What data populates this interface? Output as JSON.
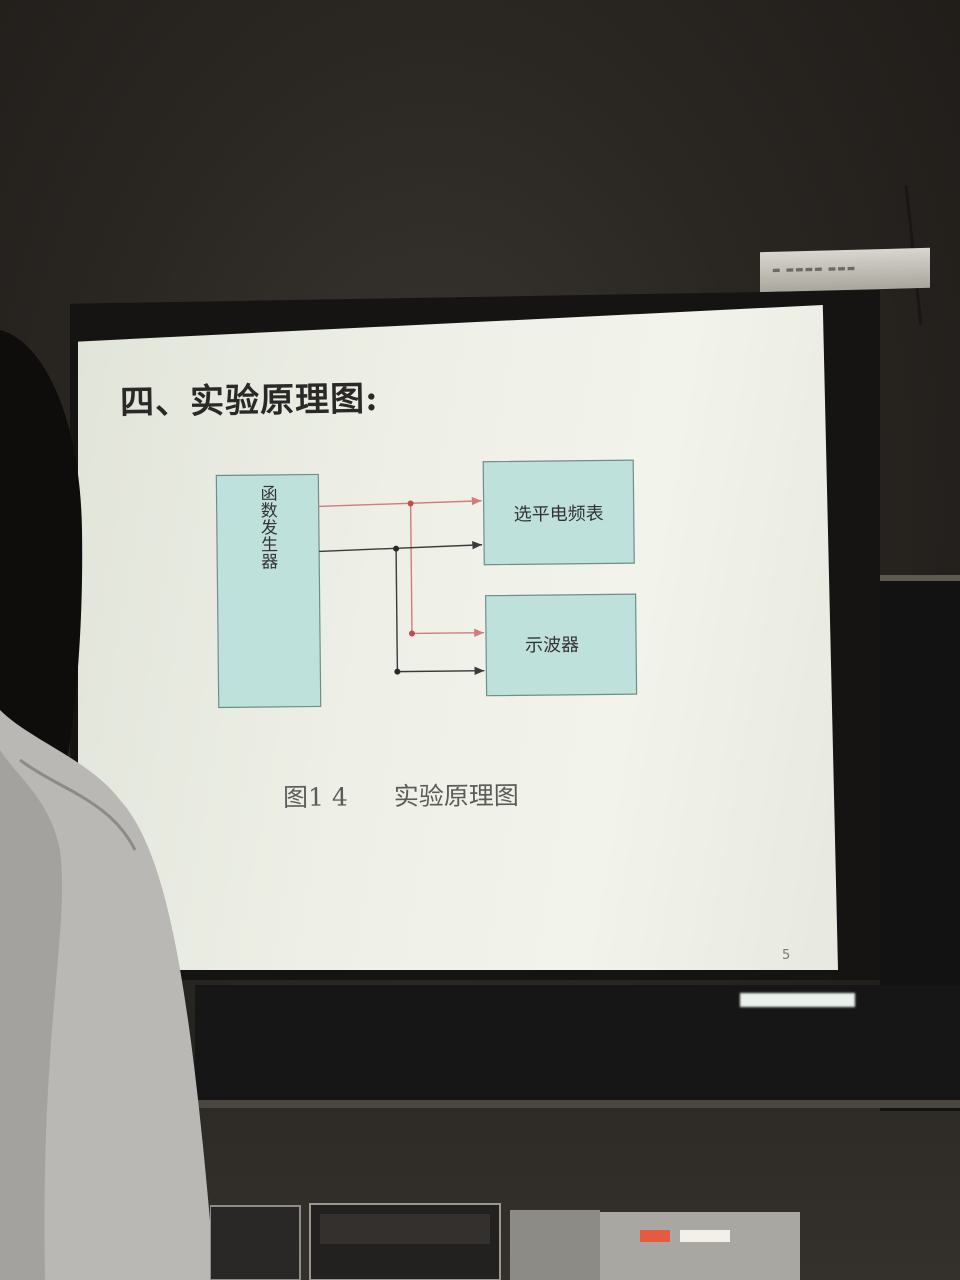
{
  "slide": {
    "title": "四、实验原理图:",
    "caption_number": "图1 4",
    "caption_text": "实验原理图",
    "page_number": "5"
  },
  "diagram": {
    "blocks": {
      "generator": "函数发生器",
      "meter": "选平电频表",
      "scope": "示波器"
    }
  },
  "colors": {
    "block_fill": "#bfe1dc",
    "signal_wire": "#d27b7b",
    "ground_wire": "#3a3a3a",
    "slide_background": "#eef0e7"
  },
  "icons": [
    "presenter-person",
    "lab-equipment"
  ]
}
